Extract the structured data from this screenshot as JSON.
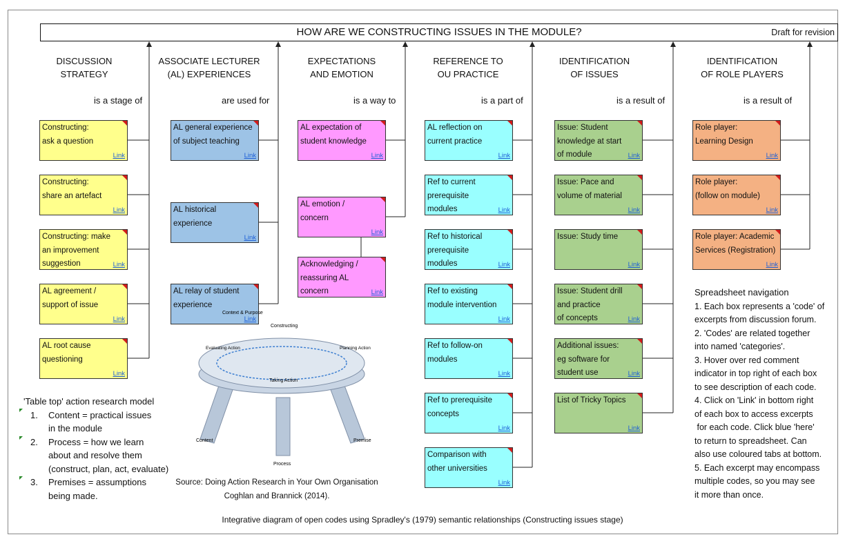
{
  "title": "HOW ARE WE CONSTRUCTING ISSUES IN THE MODULE?",
  "draft": "Draft for revision",
  "link_text": "Link",
  "categories": [
    {
      "line1": "DISCUSSION",
      "line2": "STRATEGY",
      "relation": "is a stage of",
      "color": "#ffff8c",
      "codes": [
        [
          "Constructing:",
          "ask a question"
        ],
        [
          "Constructing:",
          "share an artefact"
        ],
        [
          "Constructing: make",
          "an improvement",
          "suggestion"
        ],
        [
          "AL agreement /",
          "support of issue"
        ],
        [
          "AL root cause",
          "questioning"
        ]
      ]
    },
    {
      "line1": "ASSOCIATE LECTURER",
      "line2": "(AL) EXPERIENCES",
      "relation": "are used for",
      "color": "#9dc3e6",
      "codes": [
        [
          "AL general experience",
          "of subject teaching"
        ],
        [
          "AL historical",
          "experience"
        ],
        [
          "AL relay of student",
          "experience"
        ]
      ]
    },
    {
      "line1": "EXPECTATIONS",
      "line2": "AND EMOTION",
      "relation": "is a way to",
      "color": "#ff99ff",
      "codes": [
        [
          "AL expectation of",
          "student knowledge"
        ],
        [
          "AL emotion /",
          "concern"
        ],
        [
          "Acknowledging /",
          "reassuring AL",
          "concern"
        ]
      ]
    },
    {
      "line1": "REFERENCE TO",
      "line2": "OU PRACTICE",
      "relation": "is a part of",
      "color": "#99ffff",
      "codes": [
        [
          "AL reflection on",
          "current practice"
        ],
        [
          "Ref to current",
          "prerequisite",
          "modules"
        ],
        [
          "Ref to historical",
          "prerequisite",
          "modules"
        ],
        [
          "Ref to existing",
          "module intervention"
        ],
        [
          "Ref to follow-on",
          "modules"
        ],
        [
          "Ref to prerequisite",
          "concepts"
        ],
        [
          "Comparison with",
          "other universities"
        ]
      ]
    },
    {
      "line1": "IDENTIFICATION",
      "line2": "OF ISSUES",
      "relation": "is a result of",
      "color": "#a9d08e",
      "codes": [
        [
          "Issue: Student",
          "knowledge at start",
          "of module"
        ],
        [
          "Issue: Pace and",
          "volume of material"
        ],
        [
          "Issue: Study time"
        ],
        [
          "Issue: Student drill",
          "and practice",
          "of concepts"
        ],
        [
          "Additional issues:",
          "eg software for",
          "student use"
        ],
        [
          "List of Tricky Topics"
        ]
      ]
    },
    {
      "line1": "IDENTIFICATION",
      "line2": "OF ROLE PLAYERS",
      "relation": "is a result of",
      "color": "#f4b183",
      "codes": [
        [
          "Role player:",
          "Learning Design"
        ],
        [
          "Role player:",
          "(follow on module)"
        ],
        [
          "Role player: Academic",
          "Services (Registration)"
        ]
      ]
    }
  ],
  "table_model": {
    "heading": "'Table top' action research model",
    "items": [
      [
        "Content = practical issues",
        "in the module"
      ],
      [
        "Process = how we learn",
        "about and resolve them",
        "(construct, plan, act, evaluate)"
      ],
      [
        "Premises = assumptions",
        "being made."
      ]
    ],
    "figure_labels": {
      "context": "Context & Purpose",
      "constructing": "Constructing",
      "evaluating": "Evaluating Action",
      "planning": "Planning Action",
      "taking": "Taking Action",
      "content": "Content",
      "process": "Process",
      "premise": "Premise"
    },
    "source_line1": "Source: Doing Action Research in Your Own Organisation",
    "source_line2": "Coghlan and Brannick (2014)."
  },
  "navigation": {
    "heading": "Spreadsheet navigation",
    "lines": [
      "1. Each box represents a 'code' of",
      "excerpts from discussion forum.",
      "2. 'Codes' are related together",
      "into named 'categories'.",
      "3. Hover over red comment",
      "indicator in top right of each box",
      "to see description of each code.",
      "4. Click on 'Link' in bottom right",
      "of each box to access excerpts",
      " for each code. Click blue 'here'",
      "to return to spreadsheet. Can",
      "also use coloured tabs at bottom.",
      "5. Each excerpt may encompass",
      "multiple codes, so you may see",
      "it more than once."
    ]
  },
  "bottom_caption": "Integrative diagram of open codes using Spradley's (1979) semantic relationships (Constructing issues stage)"
}
